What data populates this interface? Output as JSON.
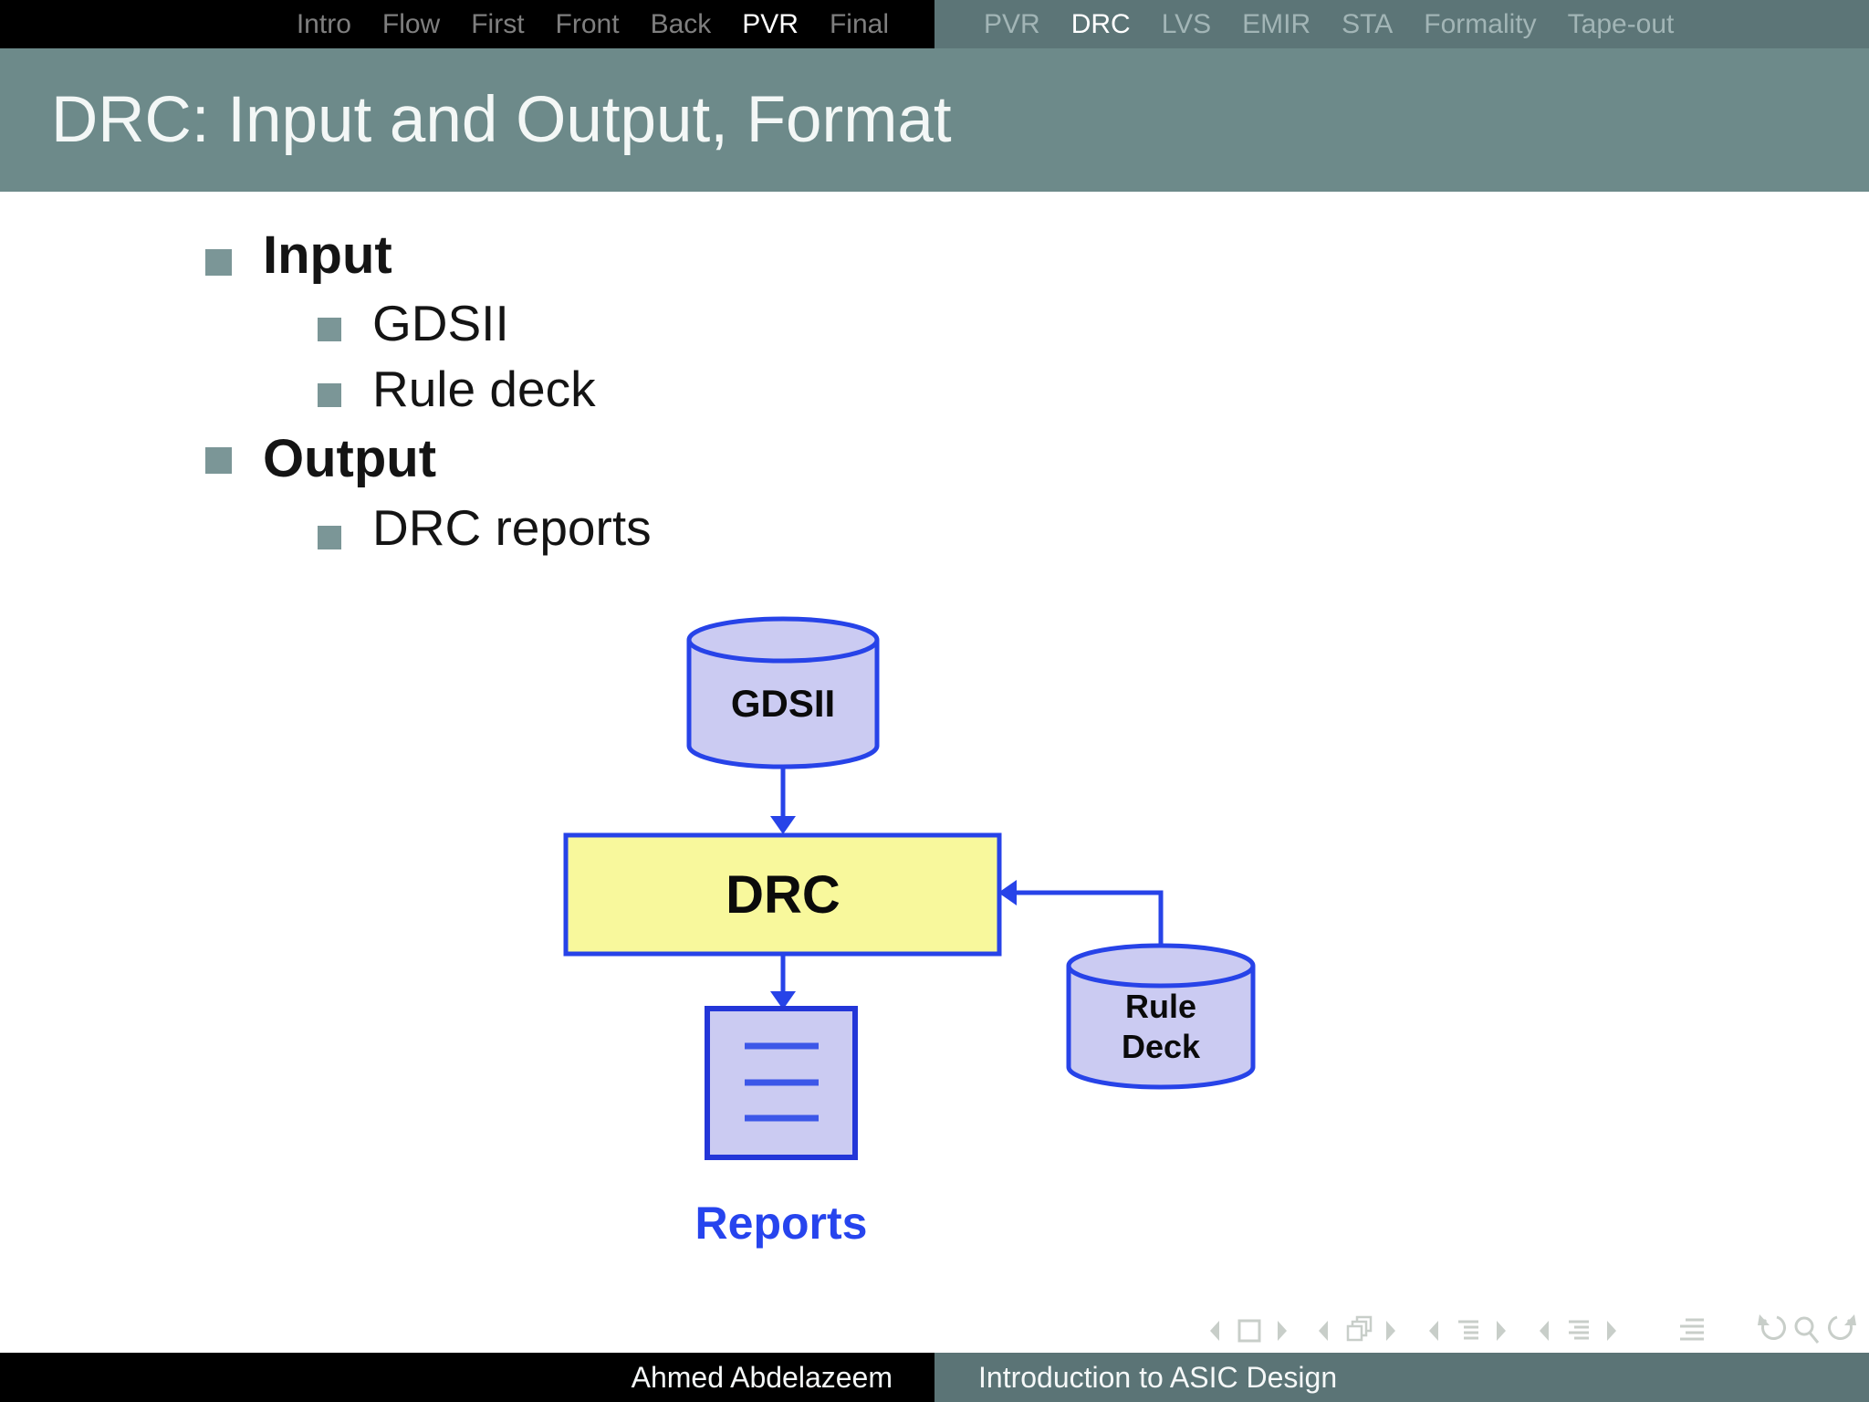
{
  "nav": {
    "left_items": [
      {
        "label": "Intro",
        "active": false
      },
      {
        "label": "Flow",
        "active": false
      },
      {
        "label": "First",
        "active": false
      },
      {
        "label": "Front",
        "active": false
      },
      {
        "label": "Back",
        "active": false
      },
      {
        "label": "PVR",
        "active": true
      },
      {
        "label": "Final",
        "active": false
      }
    ],
    "right_items": [
      {
        "label": "PVR",
        "active": false
      },
      {
        "label": "DRC",
        "active": true
      },
      {
        "label": "LVS",
        "active": false
      },
      {
        "label": "EMIR",
        "active": false
      },
      {
        "label": "STA",
        "active": false
      },
      {
        "label": "Formality",
        "active": false
      },
      {
        "label": "Tape-out",
        "active": false
      }
    ]
  },
  "slide": {
    "title": "DRC: Input and Output, Format",
    "bullets": [
      {
        "level": 1,
        "text": "Input"
      },
      {
        "level": 2,
        "text": "GDSII"
      },
      {
        "level": 2,
        "text": "Rule deck"
      },
      {
        "level": 1,
        "text": "Output"
      },
      {
        "level": 2,
        "text": "DRC reports"
      }
    ]
  },
  "diagram": {
    "gdsii_label": "GDSII",
    "drc_label": "DRC",
    "rule_deck_line1": "Rule",
    "rule_deck_line2": "Deck",
    "reports_label": "Reports"
  },
  "nav_symbols": [
    "prev-slide-icon",
    "slide-icon",
    "next-slide-icon",
    "prev-frame-icon",
    "frames-icon",
    "next-frame-icon",
    "prev-subsection-icon",
    "subsection-list-icon",
    "next-subsection-icon",
    "prev-section-icon",
    "section-list-icon",
    "next-section-icon",
    "toc-icon",
    "undo-icon",
    "search-icon",
    "redo-icon"
  ],
  "footer": {
    "author": "Ahmed Abdelazeem",
    "course": "Introduction to ASIC Design"
  },
  "colors": {
    "nav_left_bg": "#000000",
    "nav_right_bg": "#5c7577",
    "title_bar_bg": "#6d8a8a",
    "footer_right_bg": "#5b7476",
    "bullet_teal": "#7b9697",
    "diagram_blue": "#2743e8",
    "cylinder_fill": "#cbcbf2",
    "drc_box_yellow": "#f8f89c",
    "reports_text_blue": "#2644ee",
    "nav_symbols_gray": "#c8cec9"
  }
}
